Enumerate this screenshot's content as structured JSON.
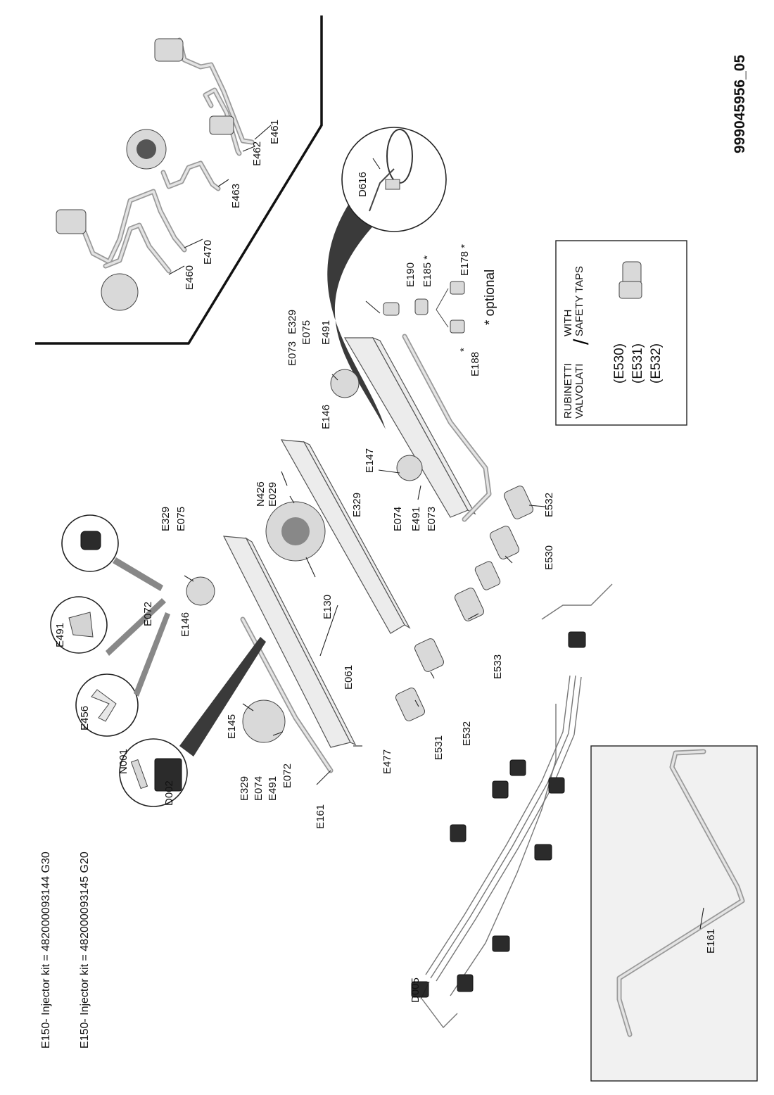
{
  "drawing_code": "999045956_05",
  "kits": [
    {
      "text": "E150- Injector kit = 482000093144  G30"
    },
    {
      "text": "E150- Injector kit = 482000093145  G20"
    }
  ],
  "legend": {
    "line1": "RUBINETTI",
    "line2": "VALVOLATI",
    "line3": "WITH",
    "line4": "SAFETY TAPS",
    "codes": [
      "(E530)",
      "(E531)",
      "(E532)"
    ]
  },
  "optional_note": "* optional",
  "labels": {
    "E460": "E460",
    "E470": "E470",
    "E463": "E463",
    "E462": "E462",
    "E461": "E461",
    "D616": "D616",
    "E190": "E190",
    "E185": "E185 *",
    "E178": "E178 *",
    "E188": "E188",
    "E188_star": "*",
    "E073_r": "E073",
    "E329_r": "E329",
    "E075_r": "E075",
    "E491_r": "E491",
    "E146_r": "E146",
    "E147": "E147",
    "E329_m": "E329",
    "E074_m": "E074",
    "E491_m": "E491",
    "E073_m": "E073",
    "E532_r": "E532",
    "E530": "E530",
    "N426": "N426",
    "E029": "E029",
    "E130": "E130",
    "E329_l": "E329",
    "E075_l": "E075",
    "E072_t": "E072",
    "E146_l": "E146",
    "E491_c": "E491",
    "E456": "E456",
    "E061": "E061",
    "E533": "E533",
    "E532_l": "E532",
    "E531": "E531",
    "E477": "E477",
    "E145": "E145",
    "E329_b": "E329",
    "E074_b": "E074",
    "E491_b": "E491",
    "E072_b": "E072",
    "N001": "N001",
    "D002": "D002",
    "E161_a": "E161",
    "E161_b": "E161",
    "D005": "D005"
  }
}
